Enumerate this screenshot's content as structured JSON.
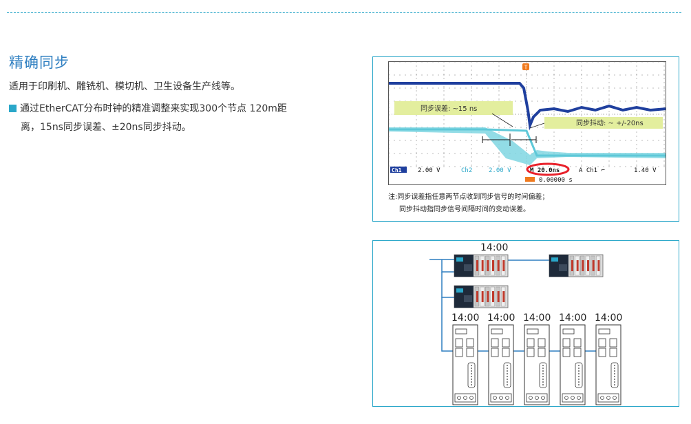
{
  "section": {
    "title": "精确同步",
    "subtitle": "适用于印刷机、雕铣机、模切机、卫生设备生产线等。",
    "bullet_line1": "通过EtherCAT分布时钟的精准调整来实现300个节点 120m距",
    "bullet_line2": "离，15ns同步误差、±20ns同步抖动。"
  },
  "scope": {
    "label_error": "同步误差: ~15 ns",
    "label_jitter": "同步抖动: ~ +/-20ns",
    "status_ch1": "Ch1",
    "status_ch1_val": "2.00 V",
    "status_ch2": "Ch2",
    "status_ch2_val": "2.00 V",
    "status_time": "M 20.0ns",
    "status_trig": "A  Ch1  ⌐",
    "status_trig_val": "1.40 V",
    "status_offset": "0.00000 s",
    "trigger_marker": "T",
    "note1": "注:同步误差指任意两节点收到同步信号的时间偏差；",
    "note2": "同步抖动指同步信号间隔时间的变动误差。"
  },
  "network": {
    "top_time": "14:00",
    "drive_times": [
      "14:00",
      "14:00",
      "14:00",
      "14:00",
      "14:00"
    ]
  },
  "colors": {
    "accent": "#2aa7c9",
    "title": "#2f7fc1",
    "ch1_trace": "#1f3f9e",
    "ch2_trace": "#5ec8d8",
    "label_bg": "#e3ee9e",
    "highlight": "#e8202a"
  }
}
